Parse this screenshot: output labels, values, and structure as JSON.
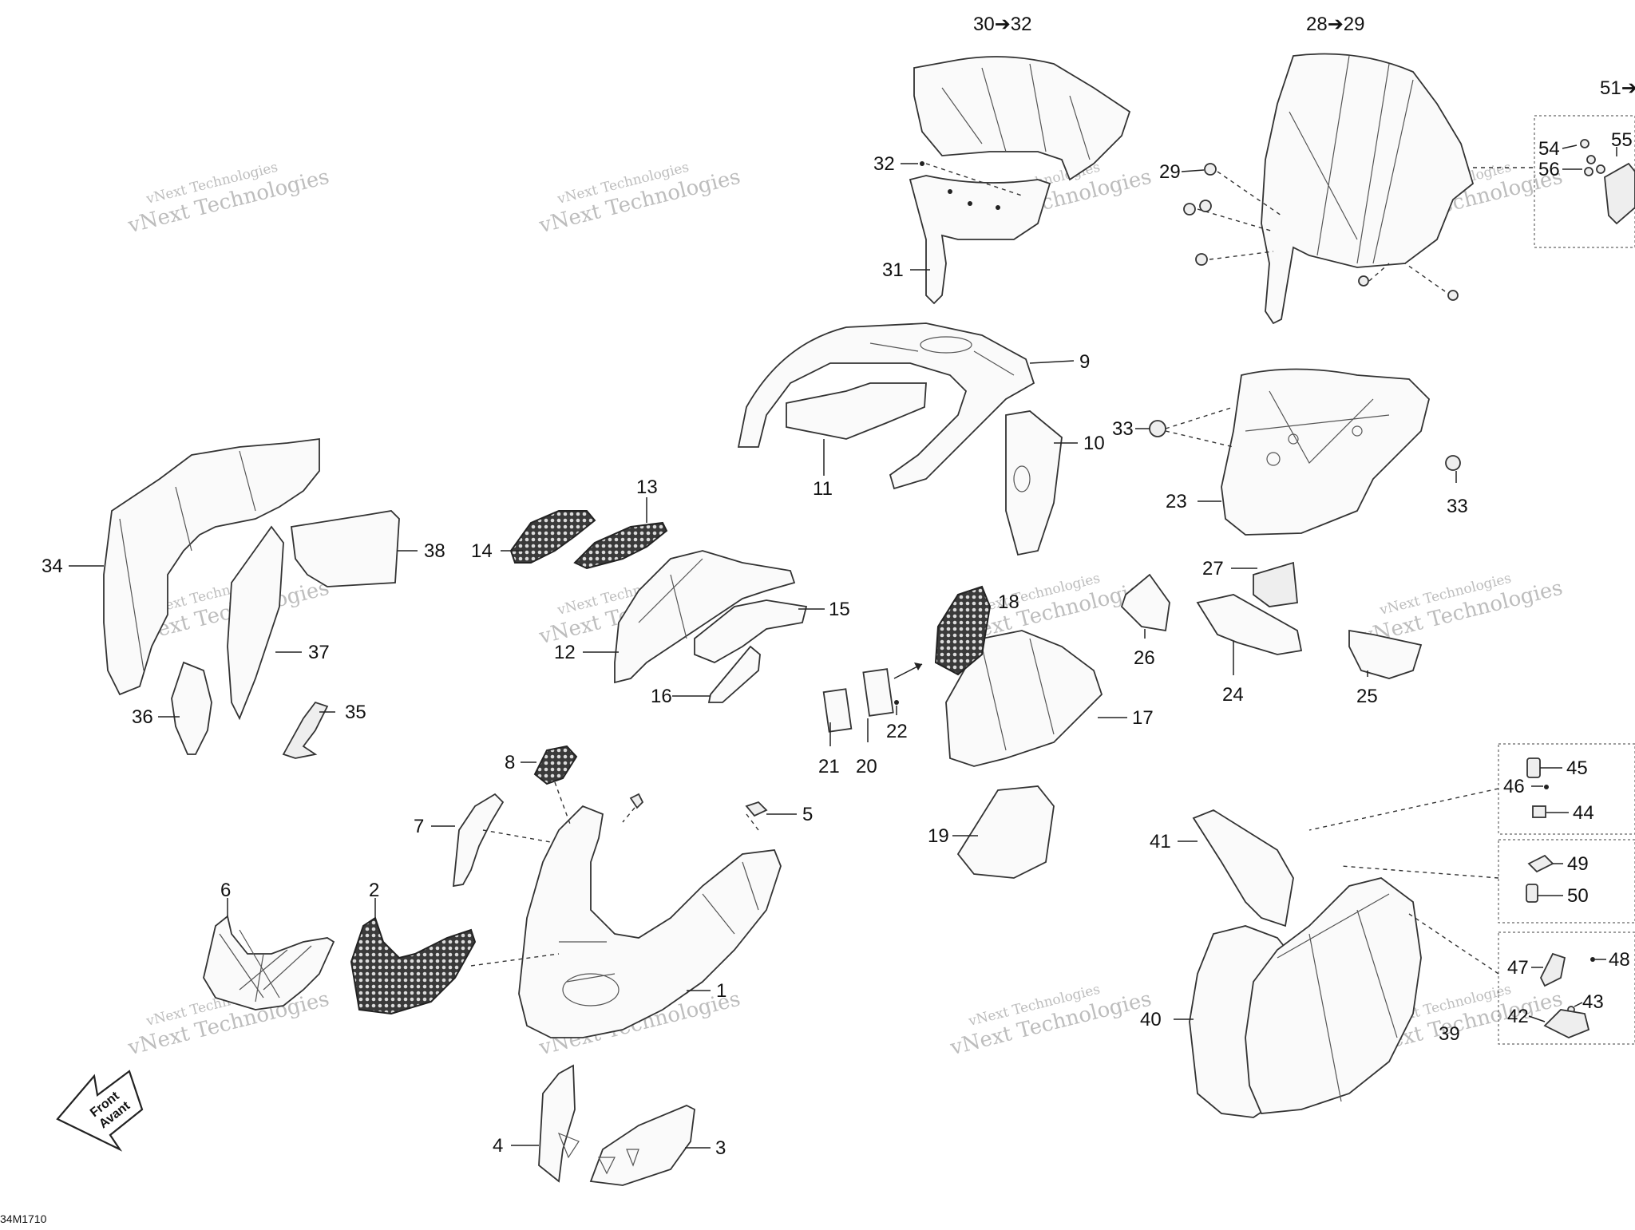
{
  "callouts": {
    "c1": "1",
    "c2": "2",
    "c3": "3",
    "c4": "4",
    "c5": "5",
    "c6": "6",
    "c7": "7",
    "c8": "8",
    "c9": "9",
    "c10": "10",
    "c11": "11",
    "c12": "12",
    "c13": "13",
    "c14": "14",
    "c15": "15",
    "c16": "16",
    "c17": "17",
    "c18": "18",
    "c19": "19",
    "c20": "20",
    "c21": "21",
    "c22": "22",
    "c23": "23",
    "c24": "24",
    "c25": "25",
    "c26": "26",
    "c27": "27",
    "c28_29": "28➔29",
    "c29": "29",
    "c30_32": "30➔32",
    "c31": "31",
    "c32": "32",
    "c33a": "33",
    "c33b": "33",
    "c34": "34",
    "c35": "35",
    "c36": "36",
    "c37": "37",
    "c38": "38",
    "c39": "39",
    "c40": "40",
    "c41": "41",
    "c42": "42",
    "c43": "43",
    "c44": "44",
    "c45": "45",
    "c46": "46",
    "c47": "47",
    "c48": "48",
    "c49": "49",
    "c50": "50",
    "c51": "51➔",
    "c54": "54",
    "c55": "55",
    "c56": "56"
  },
  "watermark": {
    "line1": "vNext Technologies",
    "line2": "vNext Technologies"
  },
  "badge": {
    "line1": "Front",
    "line2": "Avant"
  },
  "footer_code": "34M1710"
}
